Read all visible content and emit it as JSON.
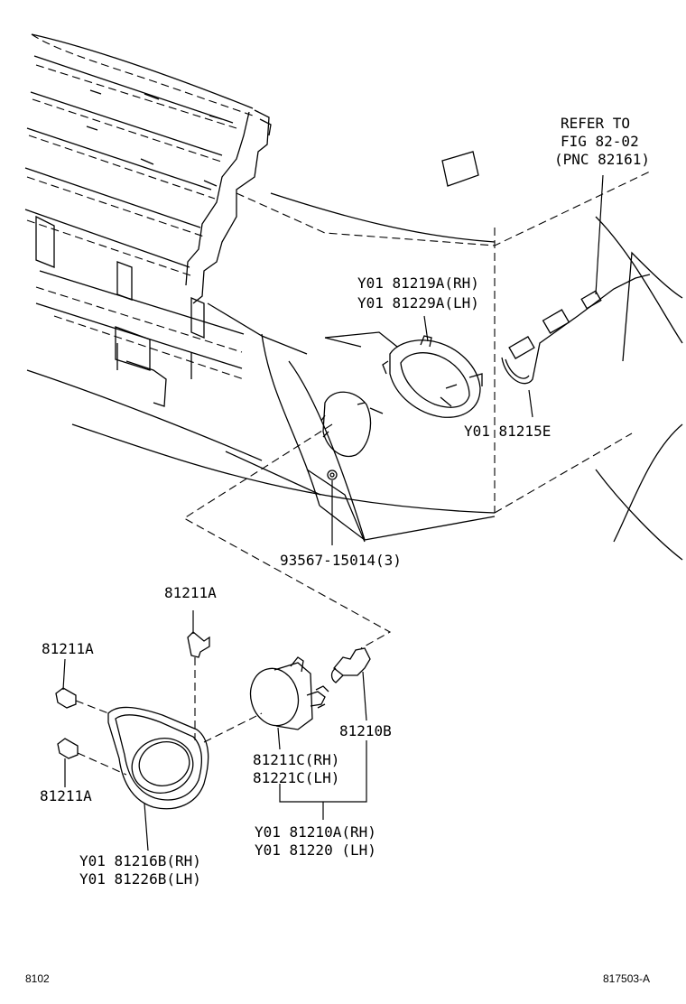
{
  "refer": {
    "line1": "REFER TO",
    "line2": "FIG 82-02",
    "line3": "(PNC 82161)"
  },
  "labels": {
    "retainer_rh": "Y01 81219A(RH)",
    "retainer_lh": "Y01 81229A(LH)",
    "wire": "Y01 81215E",
    "nut": "93567-15014(3)",
    "clip_top": "81211A",
    "clip_left_upper": "81211A",
    "clip_left_lower": "81211A",
    "bulb": "81210B",
    "lamp_unit_rh": "81211C(RH)",
    "lamp_unit_lh": "81221C(LH)",
    "lamp_assy_rh": "Y01 81210A(RH)",
    "lamp_assy_lh": "Y01 81220 (LH)",
    "cover_rh": "Y01 81216B(RH)",
    "cover_lh": "Y01 81226B(LH)"
  },
  "footer": {
    "left_code": "8102",
    "right_code": "817503-A"
  }
}
